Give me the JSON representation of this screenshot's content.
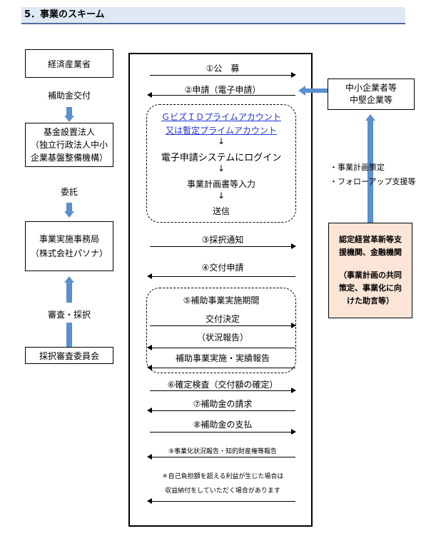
{
  "header": {
    "title": "5．事業のスキーム"
  },
  "left": {
    "meti": "経済産業省",
    "label1": "補助金交付",
    "fund_line1": "基金設置法人",
    "fund_line2": "（独立行政法人中小",
    "fund_line3": "企業基盤整備機構）",
    "label2": "委託",
    "office_line1": "事業実施事務局",
    "office_line2": "（株式会社パソナ）",
    "label3": "審査・採択",
    "committee": "採択審査委員会"
  },
  "center": {
    "step1": "①公　募",
    "step2": "②申請（電子申請）",
    "gbiz_line1": "ＧビズＩＤプライムアカウント",
    "gbiz_line2": "又は暫定プライムアカウント",
    "down1": "↓",
    "login": "電子申請システムにログイン",
    "down2": "↓",
    "input": "事業計画書等入力",
    "down3": "↓",
    "send": "送信",
    "step3": "③採択通知",
    "step4": "④交付申請",
    "step5": "⑤補助事業実施期間",
    "grant_decision": "交付決定",
    "status_report": "（状況報告）",
    "implementation_report": "補助事業実施・実績報告",
    "step6": "⑥確定検査（交付額の確定）",
    "step7": "⑦補助金の請求",
    "step8": "⑧補助金の支払",
    "step9": "⑨事業化状況報告・知的財産権等報告",
    "note_line1": "＊自己負担額を超える利益が生じた場合は",
    "note_line2": "収益納付をしていただく場合があります"
  },
  "right": {
    "sme_line1": "中小企業者等",
    "sme_line2": "中堅企業等",
    "support_label1": "・事業計画策定",
    "support_label2": "・フォローアップ支援等",
    "org_line1": "認定経営革新等支",
    "org_line2": "援機関、金融機関",
    "org_line3": "（事業計画の共同",
    "org_line4": "策定、事業化に向",
    "org_line5": "けた助言等）"
  },
  "colors": {
    "header_bg": "#dfe8f5",
    "header_line": "#4f6e9b",
    "blue_arrow": "#5b8fd0",
    "link": "#1f35d6",
    "support_bg": "#fbe5d6"
  }
}
